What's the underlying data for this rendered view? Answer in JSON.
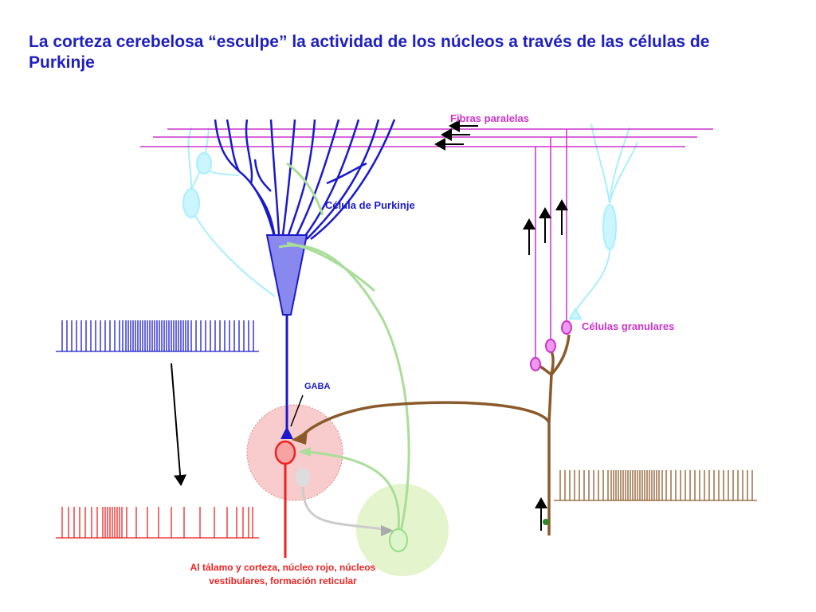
{
  "title": "La corteza cerebelosa “esculpe” la actividad de los núcleos a través de las células de Purkinje",
  "labels": {
    "parallel_fibers": "Fibras paralelas",
    "purkinje_cell": "Célula de Purkinje",
    "granule_cells": "Células granulares",
    "gaba": "GABA",
    "output_line1": "Al tálamo y corteza, núcleo rojo, núcleos",
    "output_line2": "vestibulares, formación reticular"
  },
  "colors": {
    "title": "#1f1fbf",
    "purkinje": "#1a1acc",
    "purkinje_soma": "#8888ee",
    "parallel_fibers": "#cc33cc",
    "mossy_fiber": "#8b5a2b",
    "climbing_fiber": "#aadd99",
    "nucleus_neuron": "#ee2222",
    "faded_cell": "#aaeeff",
    "interneuron": "#cccccc",
    "nucleus_zone": "#f8cccc",
    "olive_zone": "#e4f4cc"
  },
  "icons": [
    "arrow-left-icon",
    "arrow-up-icon",
    "arrow-down-icon"
  ]
}
